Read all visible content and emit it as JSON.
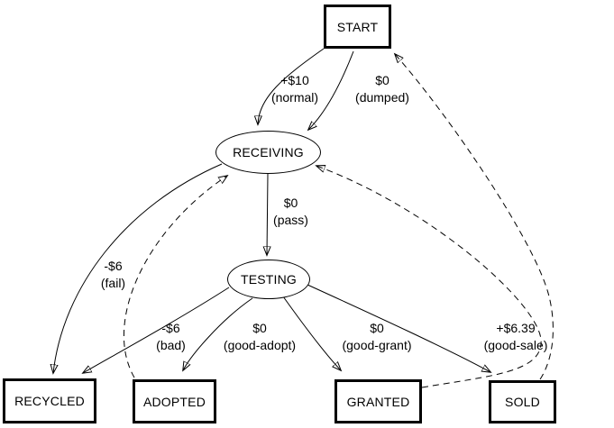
{
  "diagram": {
    "type": "state-transition-graph",
    "background": "#ffffff",
    "stroke_color": "#000000",
    "text_color": "#000000",
    "nodes": {
      "start": {
        "label": "START",
        "shape": "box"
      },
      "receiving": {
        "label": "RECEIVING",
        "shape": "ellipse"
      },
      "testing": {
        "label": "TESTING",
        "shape": "ellipse"
      },
      "recycled": {
        "label": "RECYCLED",
        "shape": "box"
      },
      "adopted": {
        "label": "ADOPTED",
        "shape": "box"
      },
      "granted": {
        "label": "GRANTED",
        "shape": "box"
      },
      "sold": {
        "label": "SOLD",
        "shape": "box"
      }
    },
    "edges": [
      {
        "from": "START",
        "to": "RECEIVING",
        "value": "+$10",
        "condition": "(normal)",
        "style": "solid"
      },
      {
        "from": "START",
        "to": "RECEIVING",
        "value": "$0",
        "condition": "(dumped)",
        "style": "solid"
      },
      {
        "from": "RECEIVING",
        "to": "TESTING",
        "value": "$0",
        "condition": "(pass)",
        "style": "solid"
      },
      {
        "from": "RECEIVING",
        "to": "RECYCLED",
        "value": "-$6",
        "condition": "(fail)",
        "style": "solid"
      },
      {
        "from": "TESTING",
        "to": "RECYCLED",
        "value": "-$6",
        "condition": "(bad)",
        "style": "solid"
      },
      {
        "from": "TESTING",
        "to": "ADOPTED",
        "value": "$0",
        "condition": "(good-adopt)",
        "style": "solid"
      },
      {
        "from": "TESTING",
        "to": "GRANTED",
        "value": "$0",
        "condition": "(good-grant)",
        "style": "solid"
      },
      {
        "from": "TESTING",
        "to": "SOLD",
        "value": "+$6.39",
        "condition": "(good-sale)",
        "style": "solid"
      },
      {
        "from": "ADOPTED",
        "to": "RECEIVING",
        "value": "",
        "condition": "",
        "style": "dashed"
      },
      {
        "from": "GRANTED",
        "to": "RECEIVING",
        "value": "",
        "condition": "",
        "style": "dashed"
      },
      {
        "from": "SOLD",
        "to": "START",
        "value": "",
        "condition": "",
        "style": "dashed"
      }
    ]
  }
}
